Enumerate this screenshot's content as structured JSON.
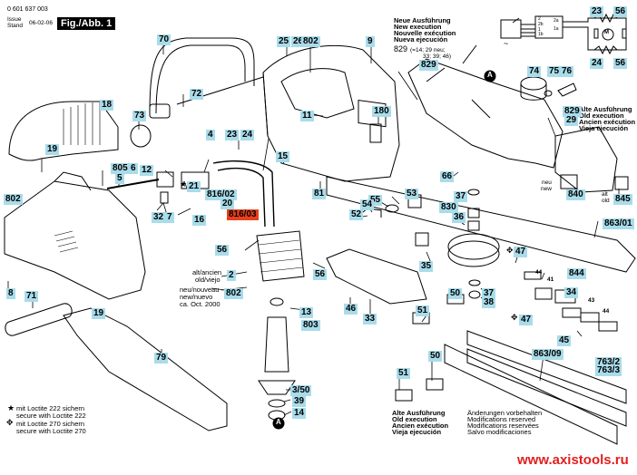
{
  "header": {
    "part_number": "0 601 637 003",
    "issue_label_1": "Issue",
    "issue_label_2": "Stand",
    "issue_date": "06-02-06",
    "figure": "Fig./Abb. 1"
  },
  "notes": {
    "new_execution": [
      "Neue Ausführung",
      "New execution",
      "Nouvelle exécution",
      "Nueva ejecución"
    ],
    "new_829": "829",
    "new_829_detail_1": "(=14; 29 neu;",
    "new_829_detail_2": "33; 39; 46)",
    "old_execution_right": [
      "Alte Ausführung",
      "Old execution",
      "Ancien exécution",
      "Vieja ejecución"
    ],
    "old_execution_bottom": [
      "Alte Ausführung",
      "Old execution",
      "Ancien exécution",
      "Vieja ejecución"
    ],
    "modifications": [
      "Änderungen vorbehalten",
      "Modifications reserved",
      "Modifications reservées",
      "Salvo modificaciones"
    ],
    "alt_ancien": "alt/ancien",
    "old_viejo": "old/viejo",
    "neu_nouveau": "neu/nouveau",
    "new_nuevo": "new/nuevo",
    "ca_oct": "ca. Oct. 2000",
    "neu": "neu",
    "new": "new",
    "alt": "alt",
    "old": "old",
    "loctite_222_de": "mit Loctite 222 sichern",
    "loctite_222_en": "secure with Loctite 222",
    "loctite_270_de": "mit Loctite 270 sichern",
    "loctite_270_en": "secure with Loctite 270",
    "marker_a": "A",
    "url": "www.axistools.ru"
  },
  "parts": [
    {
      "id": "p70",
      "label": "70"
    },
    {
      "id": "p25",
      "label": "25"
    },
    {
      "id": "p26",
      "label": "26"
    },
    {
      "id": "p802a",
      "label": "802"
    },
    {
      "id": "p9",
      "label": "9"
    },
    {
      "id": "p829a",
      "label": "829"
    },
    {
      "id": "p23a",
      "label": "23"
    },
    {
      "id": "p56a",
      "label": "56"
    },
    {
      "id": "p24a",
      "label": "24"
    },
    {
      "id": "p56b",
      "label": "56"
    },
    {
      "id": "p74",
      "label": "74"
    },
    {
      "id": "p75",
      "label": "75"
    },
    {
      "id": "p76",
      "label": "76"
    },
    {
      "id": "p72",
      "label": "72"
    },
    {
      "id": "p18",
      "label": "18"
    },
    {
      "id": "p73",
      "label": "73"
    },
    {
      "id": "p11",
      "label": "11"
    },
    {
      "id": "p180",
      "label": "180"
    },
    {
      "id": "p829b",
      "label": "829"
    },
    {
      "id": "p29",
      "label": "29"
    },
    {
      "id": "p19a",
      "label": "19"
    },
    {
      "id": "p4",
      "label": "4"
    },
    {
      "id": "p23b",
      "label": "23"
    },
    {
      "id": "p24b",
      "label": "24"
    },
    {
      "id": "p12",
      "label": "12"
    },
    {
      "id": "p15",
      "label": "15"
    },
    {
      "id": "p805",
      "label": "805"
    },
    {
      "id": "p5",
      "label": "5"
    },
    {
      "id": "p6",
      "label": "6"
    },
    {
      "id": "p21",
      "label": "21"
    },
    {
      "id": "p66",
      "label": "66"
    },
    {
      "id": "p81",
      "label": "81"
    },
    {
      "id": "p53",
      "label": "53"
    },
    {
      "id": "p55",
      "label": "55"
    },
    {
      "id": "p54",
      "label": "54"
    },
    {
      "id": "p52",
      "label": "52"
    },
    {
      "id": "p37a",
      "label": "37"
    },
    {
      "id": "p840",
      "label": "840"
    },
    {
      "id": "p845",
      "label": "845"
    },
    {
      "id": "p802b",
      "label": "802"
    },
    {
      "id": "p816_02",
      "label": "816/02"
    },
    {
      "id": "p20",
      "label": "20"
    },
    {
      "id": "p816_03",
      "label": "816/03"
    },
    {
      "id": "p16",
      "label": "16"
    },
    {
      "id": "p32",
      "label": "32"
    },
    {
      "id": "p7",
      "label": "7"
    },
    {
      "id": "p830",
      "label": "830"
    },
    {
      "id": "p36",
      "label": "36"
    },
    {
      "id": "p863_01",
      "label": "863/01"
    },
    {
      "id": "p56c",
      "label": "56"
    },
    {
      "id": "p35",
      "label": "35"
    },
    {
      "id": "p47a",
      "label": "47"
    },
    {
      "id": "p844",
      "label": "844"
    },
    {
      "id": "p2",
      "label": "2"
    },
    {
      "id": "p56d",
      "label": "56"
    },
    {
      "id": "p8",
      "label": "8"
    },
    {
      "id": "p802c",
      "label": "802"
    },
    {
      "id": "p71",
      "label": "71"
    },
    {
      "id": "p46",
      "label": "46"
    },
    {
      "id": "p33",
      "label": "33"
    },
    {
      "id": "p50a",
      "label": "50"
    },
    {
      "id": "p37b",
      "label": "37"
    },
    {
      "id": "p38",
      "label": "38"
    },
    {
      "id": "p34",
      "label": "34"
    },
    {
      "id": "p13",
      "label": "13"
    },
    {
      "id": "p51a",
      "label": "51"
    },
    {
      "id": "p47b",
      "label": "47"
    },
    {
      "id": "p19b",
      "label": "19"
    },
    {
      "id": "p45",
      "label": "45"
    },
    {
      "id": "p803",
      "label": "803"
    },
    {
      "id": "p79",
      "label": "79"
    },
    {
      "id": "p50b",
      "label": "50"
    },
    {
      "id": "p863_09",
      "label": "863/09"
    },
    {
      "id": "p763",
      "label": "763/2"
    },
    {
      "id": "p763b",
      "label": "763/3"
    },
    {
      "id": "p3_50",
      "label": "3/50"
    },
    {
      "id": "p39",
      "label": "39"
    },
    {
      "id": "p51b",
      "label": "51"
    },
    {
      "id": "p14",
      "label": "14"
    },
    {
      "id": "p44",
      "label": "44"
    },
    {
      "id": "p41",
      "label": "41"
    },
    {
      "id": "p43",
      "label": "43"
    },
    {
      "id": "p44b",
      "label": "44"
    }
  ],
  "schematic": {
    "terminals": [
      "2",
      "2b",
      "1",
      "1b",
      "2a",
      "1a"
    ]
  },
  "colors": {
    "label_bg": "#a9dcea",
    "highlight_label_bg": "#e8401c",
    "url_color": "#e02020"
  }
}
